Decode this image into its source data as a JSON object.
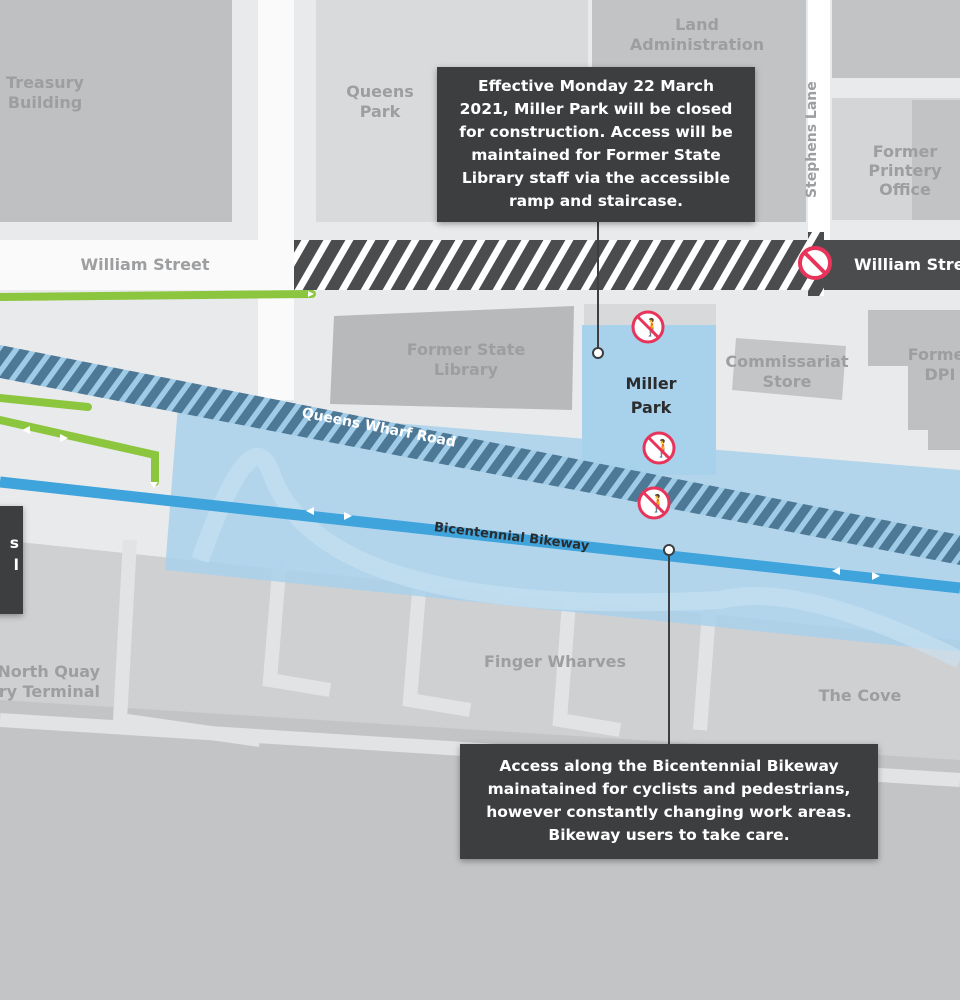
{
  "labels": {
    "treasury": "Treasury Building",
    "queens_park": "Queens Park",
    "land_admin": "Land Administration",
    "stephens_lane": "Stephens Lane",
    "former_printery": "Former Printery Office",
    "william_street_west": "William Street",
    "william_street_east": "William Street",
    "former_state_library": "Former State Library",
    "miller_park": "Miller Park",
    "commissariat": "Commissariat Store",
    "former_dpi": "Former DPI",
    "queens_wharf_road": "Queens Wharf Road",
    "bikeway": "Bicentennial Bikeway",
    "finger_wharves": "Finger Wharves",
    "the_cove": "The Cove",
    "north_quay": "North Quay Ferry Terminal",
    "left_callout_fragment": "s\nl"
  },
  "callouts": {
    "miller_park_notice": "Effective Monday 22 March 2021, Miller Park will be closed for construction. Access will be maintained for Former State Library staff via the accessible ramp and staircase.",
    "bikeway_notice": "Access along the Bicentennial Bikeway mainatained for cyclists and pedestrians, however constantly changing work areas. Bikeway users to take care."
  },
  "icons": [
    "no-pedestrian-icon",
    "road-closed-icon",
    "two-way-arrow-icon"
  ],
  "colors": {
    "bikeway": "#3fa3dc",
    "construction_zone": "#a8d1ec",
    "pedestrian_path": "#8cc63f",
    "closed_road": "#4b4c4e",
    "callout": "#3d3e40",
    "prohibition": "#e8345a"
  }
}
